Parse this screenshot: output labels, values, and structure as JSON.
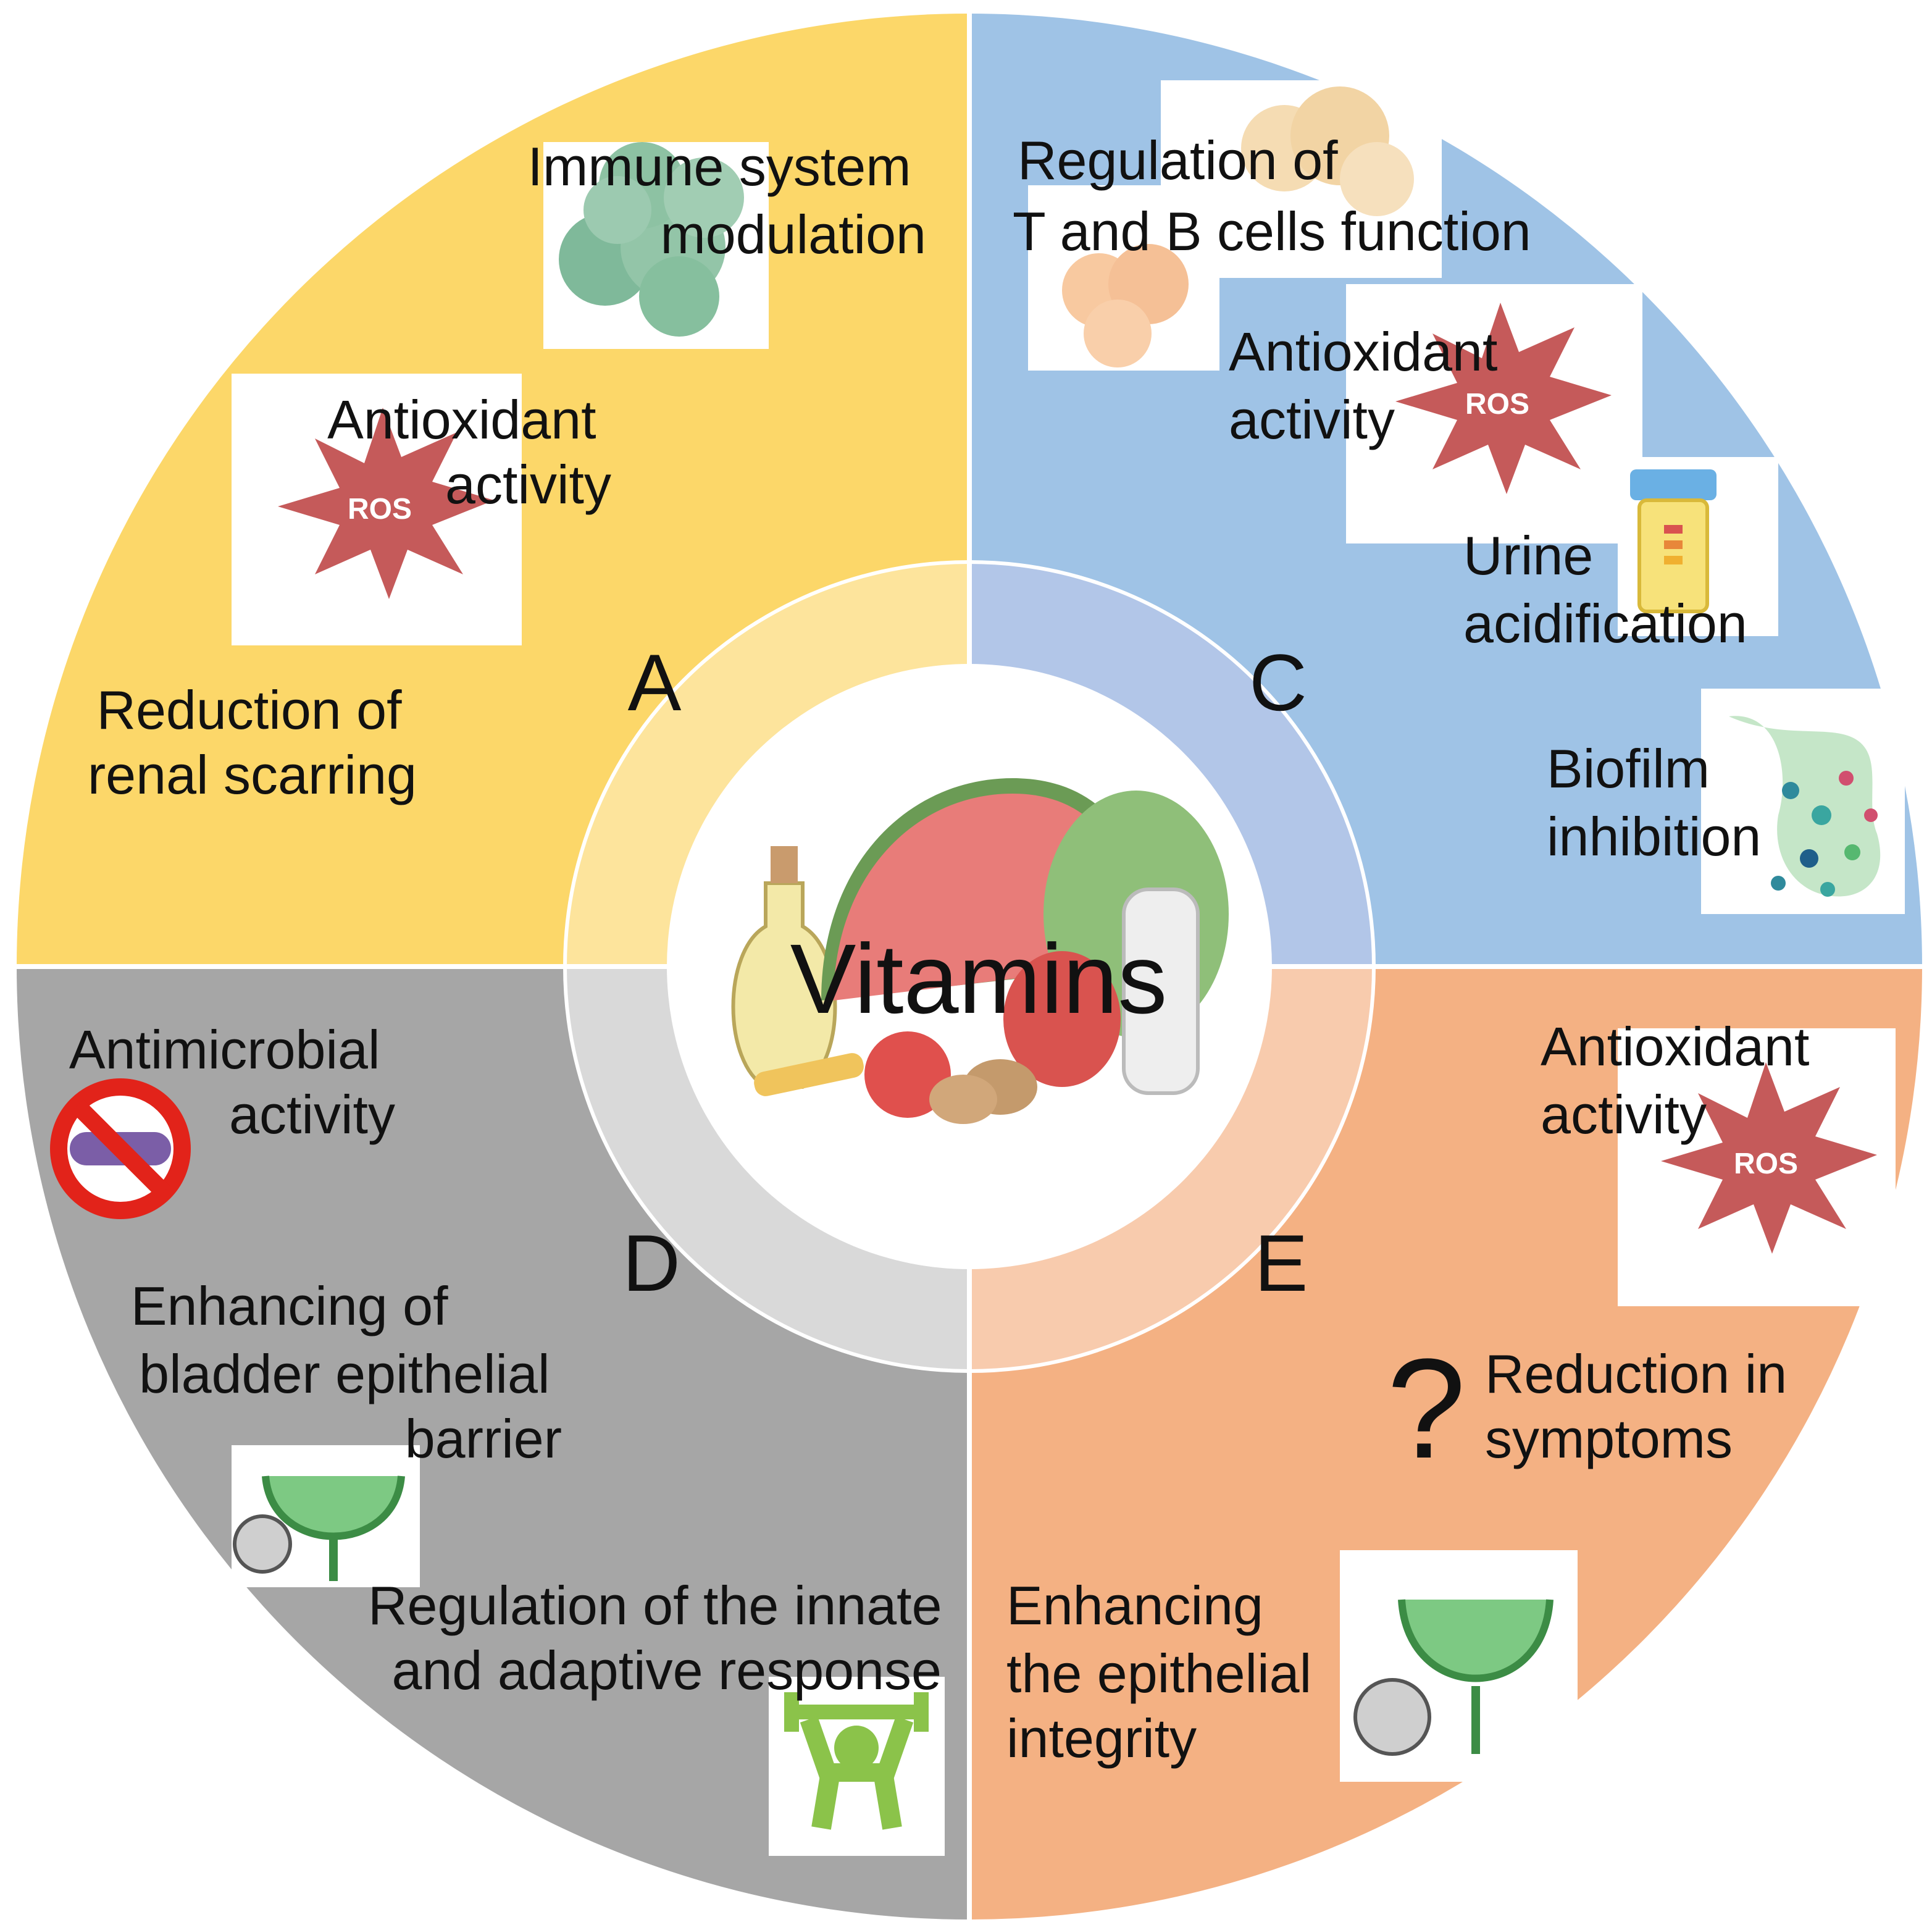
{
  "center": {
    "title": "Vitamins",
    "icon": "fruits-vegetables-icon"
  },
  "colors": {
    "A_outer": "#fcd769",
    "A_inner": "#fde49c",
    "C_outer": "#9fc3e6",
    "C_inner": "#b2c6e8",
    "D_outer": "#a6a6a6",
    "D_inner": "#d9d9d9",
    "E_outer": "#f4b183",
    "E_inner": "#f8cbad",
    "ros": "#c55a5a",
    "tile": "#ffffff"
  },
  "quadrants": {
    "A": {
      "letter": "A",
      "items": [
        {
          "lines": [
            "Immune system",
            "modulation"
          ],
          "icon": "immune-cells-icon"
        },
        {
          "lines": [
            "Antioxidant",
            "activity"
          ],
          "icon": "ros-icon"
        },
        {
          "lines": [
            "Reduction of",
            "renal scarring"
          ]
        }
      ]
    },
    "C": {
      "letter": "C",
      "items": [
        {
          "lines": [
            "Regulation of",
            "T and B cells function"
          ],
          "icon": "lymphocytes-icon"
        },
        {
          "lines": [
            "Antioxidant",
            "activity"
          ],
          "icon": "ros-icon"
        },
        {
          "lines": [
            "Urine",
            "acidification"
          ],
          "icon": "urine-cup-icon"
        },
        {
          "lines": [
            "Biofilm",
            "inhibition"
          ],
          "icon": "biofilm-icon"
        }
      ]
    },
    "D": {
      "letter": "D",
      "items": [
        {
          "lines": [
            "Antimicrobial",
            "activity"
          ],
          "icon": "no-bacteria-icon"
        },
        {
          "lines": [
            "Enhancing of",
            "bladder epithelial",
            "barrier"
          ],
          "icon": "bladder-icon"
        },
        {
          "lines": [
            "Regulation of the innate",
            "and adaptive response"
          ],
          "icon": "strength-icon"
        }
      ]
    },
    "E": {
      "letter": "E",
      "items": [
        {
          "lines": [
            "Antioxidant",
            "activity"
          ],
          "icon": "ros-icon"
        },
        {
          "lines": [
            "Reduction in",
            "symptoms"
          ],
          "icon": "question-mark-icon",
          "mark": "?"
        },
        {
          "lines": [
            "Enhancing",
            "the epithelial",
            "integrity"
          ],
          "icon": "bladder-icon"
        }
      ]
    }
  },
  "ros_label": "ROS"
}
